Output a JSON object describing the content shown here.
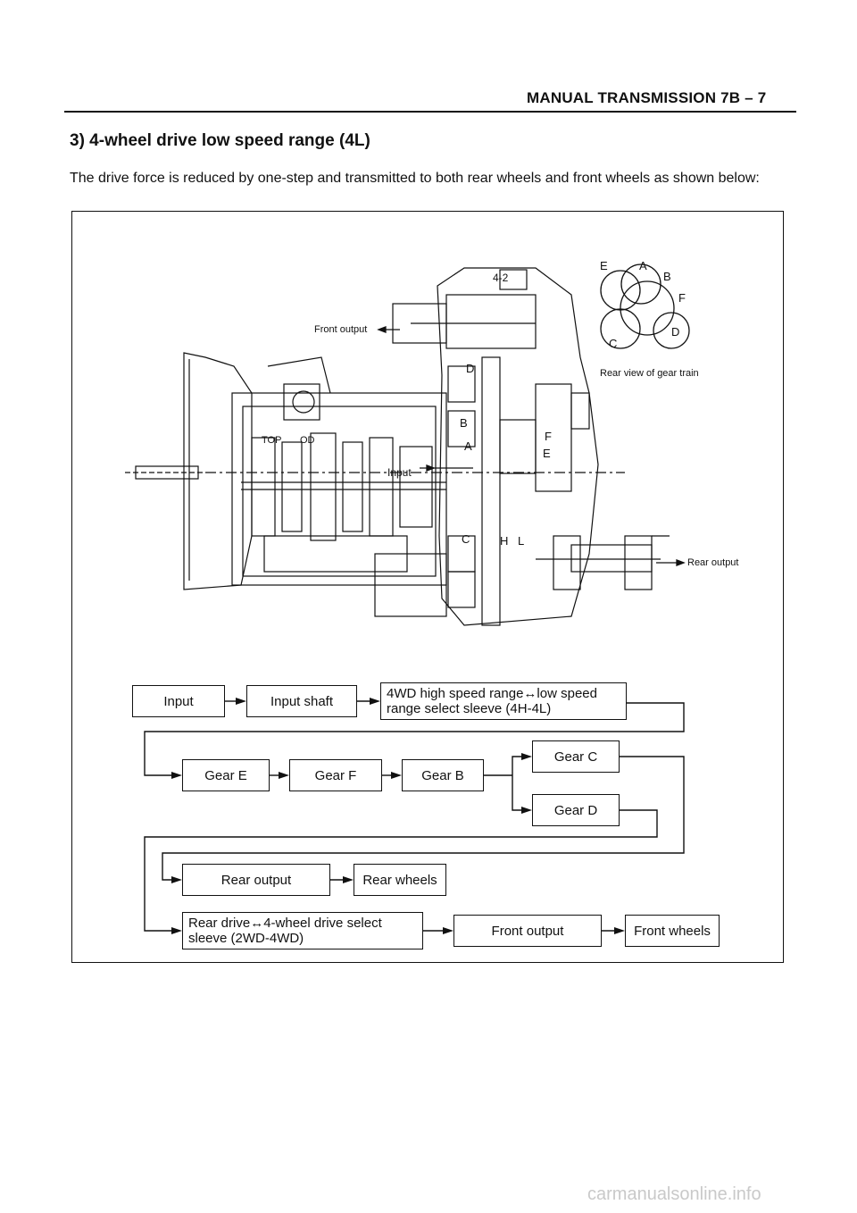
{
  "header": {
    "title": "MANUAL TRANSMISSION  7B – 7"
  },
  "section": {
    "heading": "3) 4-wheel drive low speed range (4L)",
    "intro": "The drive force is reduced by one-step and transmitted to both rear wheels and front wheels as shown below:"
  },
  "drawing": {
    "front_output": "Front output",
    "rear_output": "Rear output",
    "gear_train_caption": "Rear view of gear train",
    "input_label": "Input",
    "callouts": {
      "top": "TOP",
      "od": "OD",
      "gear_a": "A",
      "gear_b": "B",
      "gear_c": "C",
      "gear_d": "D",
      "gear_e": "E",
      "gear_f": "F",
      "h": "H",
      "l": "L",
      "range": "4-2"
    },
    "train_letters": {
      "e": "E",
      "a": "A",
      "b": "B",
      "f": "F",
      "c": "C",
      "d": "D"
    }
  },
  "flow": {
    "input": "Input",
    "input_shaft": "Input shaft",
    "sleeve_4h4l": "4WD high speed range↔low speed range select sleeve (4H-4L)",
    "gear_e": "Gear E",
    "gear_f": "Gear F",
    "gear_b": "Gear B",
    "gear_c": "Gear C",
    "gear_d": "Gear D",
    "rear_output": "Rear output",
    "rear_wheels": "Rear wheels",
    "sleeve_2wd4wd": "Rear drive↔4-wheel drive select sleeve (2WD-4WD)",
    "front_output": "Front output",
    "front_wheels": "Front wheels"
  },
  "watermark": "carmanualsonline.info"
}
